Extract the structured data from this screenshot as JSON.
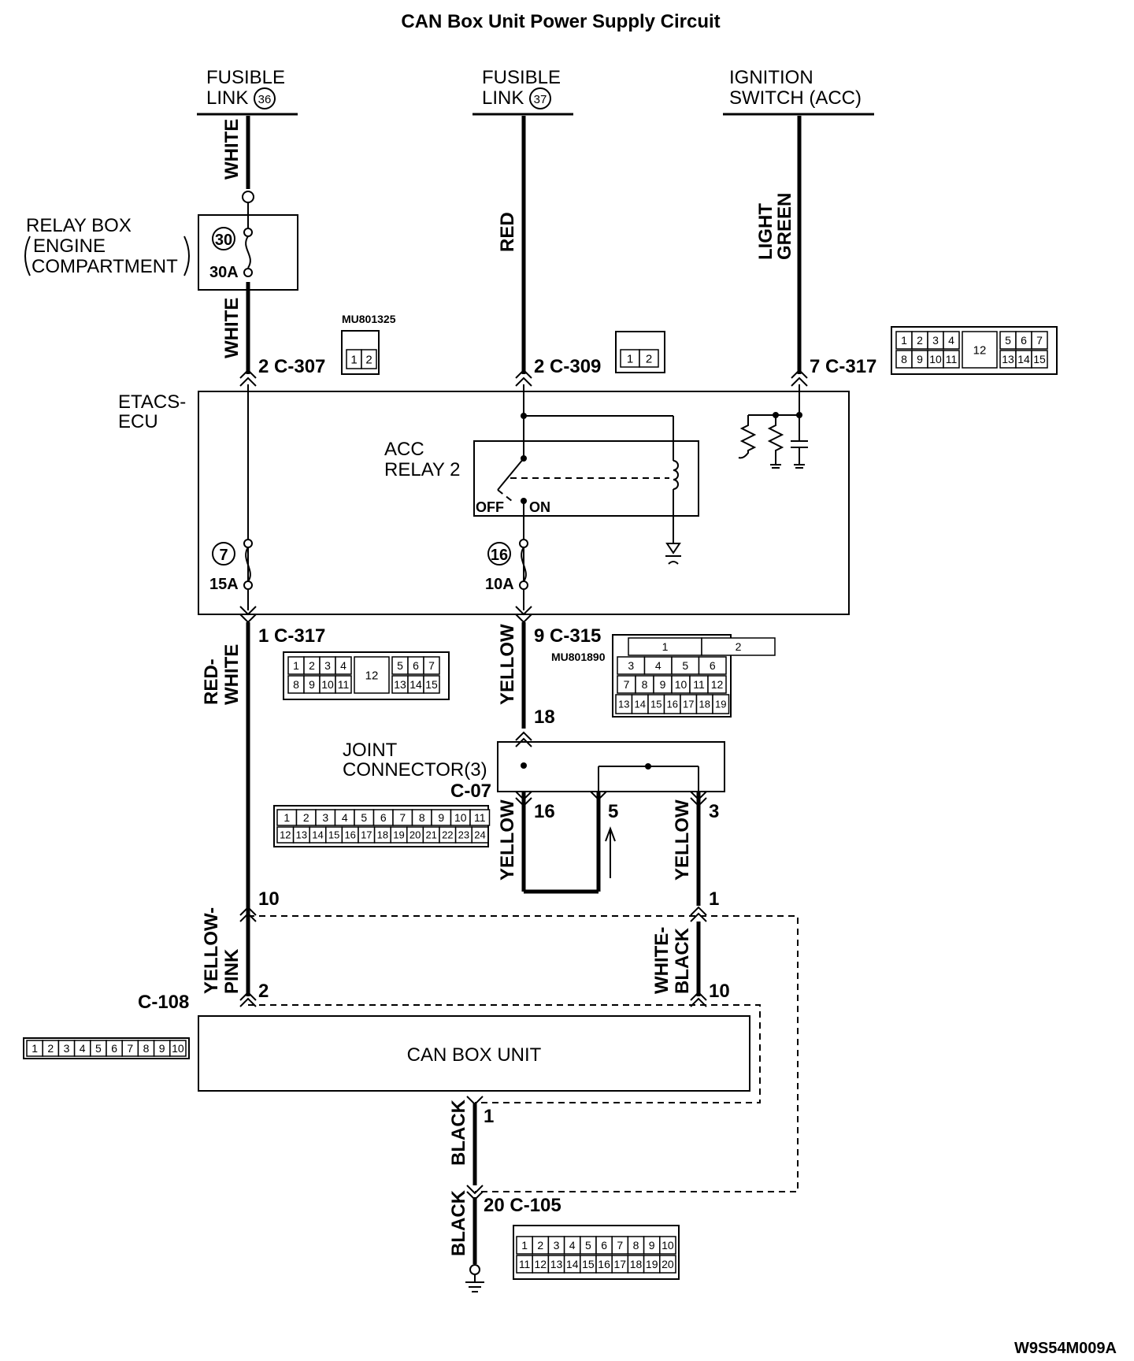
{
  "title": "CAN Box Unit Power Supply Circuit",
  "diagram_code": "W9S54M009A",
  "sources": {
    "fl36_line1": "FUSIBLE",
    "fl36_line2": "LINK",
    "fl36_num": "36",
    "fl37_line1": "FUSIBLE",
    "fl37_line2": "LINK",
    "fl37_num": "37",
    "ign_line1": "IGNITION",
    "ign_line2": "SWITCH (ACC)"
  },
  "wires": {
    "white_1": "WHITE",
    "white_2": "WHITE",
    "red": "RED",
    "light_green_1": "LIGHT",
    "light_green_2": "GREEN",
    "red_white_1": "RED-",
    "red_white_2": "WHITE",
    "yellow_1": "YELLOW",
    "yellow_2": "YELLOW",
    "yellow_3": "YELLOW",
    "yellow_pink_1": "YELLOW-",
    "yellow_pink_2": "PINK",
    "white_black_1": "WHITE-",
    "white_black_2": "BLACK",
    "black_1": "BLACK",
    "black_2": "BLACK"
  },
  "relay_box": {
    "line1": "RELAY BOX",
    "line2": "ENGINE",
    "line3": "COMPARTMENT",
    "fuse_num": "30",
    "fuse_rating": "30A"
  },
  "etacs": {
    "line1": "ETACS-",
    "line2": "ECU",
    "relay_line1": "ACC",
    "relay_line2": "RELAY 2",
    "off": "OFF",
    "on": "ON",
    "fuse7_num": "7",
    "fuse7_rating": "15A",
    "fuse16_num": "16",
    "fuse16_rating": "10A"
  },
  "joint": {
    "line1": "JOINT",
    "line2": "CONNECTOR(3)",
    "code": "C-07"
  },
  "can_box": {
    "label": "CAN BOX UNIT",
    "code": "C-108"
  },
  "pins": {
    "c307": "2  C-307",
    "c309": "2  C-309",
    "c317_top": "7  C-317",
    "c317_bottom": "1  C-317",
    "c315": "9  C-315",
    "j18": "18",
    "j16": "16",
    "j5": "5",
    "j3": "3",
    "p10_left": "10",
    "p1_right": "1",
    "can2": "2",
    "can10": "10",
    "can1": "1",
    "c105": "20  C-105"
  },
  "part_numbers": {
    "mu801325": "MU801325",
    "mu801890": "MU801890"
  },
  "connectors": {
    "c307_pins": [
      "1",
      "2"
    ],
    "c309_pins": [
      "1",
      "2"
    ],
    "c317_row1_left": [
      "1",
      "2",
      "3",
      "4"
    ],
    "c317_row2_left": [
      "8",
      "9",
      "10",
      "11"
    ],
    "c317_center": "12",
    "c317_row1_right": [
      "5",
      "6",
      "7"
    ],
    "c317_row2_right": [
      "13",
      "14",
      "15"
    ],
    "c315_r1": [
      "1",
      "2"
    ],
    "c315_r2": [
      "3",
      "4",
      "5",
      "6"
    ],
    "c315_r3": [
      "7",
      "8",
      "9",
      "10",
      "11",
      "12"
    ],
    "c315_r4": [
      "13",
      "14",
      "15",
      "16",
      "17",
      "18",
      "19"
    ],
    "c07_row1": [
      "1",
      "2",
      "3",
      "4",
      "5",
      "6",
      "7",
      "8",
      "9",
      "10",
      "11"
    ],
    "c07_row2": [
      "12",
      "13",
      "14",
      "15",
      "16",
      "17",
      "18",
      "19",
      "20",
      "21",
      "22",
      "23",
      "24"
    ],
    "c108_pins": [
      "1",
      "2",
      "3",
      "4",
      "5",
      "6",
      "7",
      "8",
      "9",
      "10"
    ],
    "c105_row1": [
      "1",
      "2",
      "3",
      "4",
      "5",
      "6",
      "7",
      "8",
      "9",
      "10"
    ],
    "c105_row2": [
      "11",
      "12",
      "13",
      "14",
      "15",
      "16",
      "17",
      "18",
      "19",
      "20"
    ]
  }
}
